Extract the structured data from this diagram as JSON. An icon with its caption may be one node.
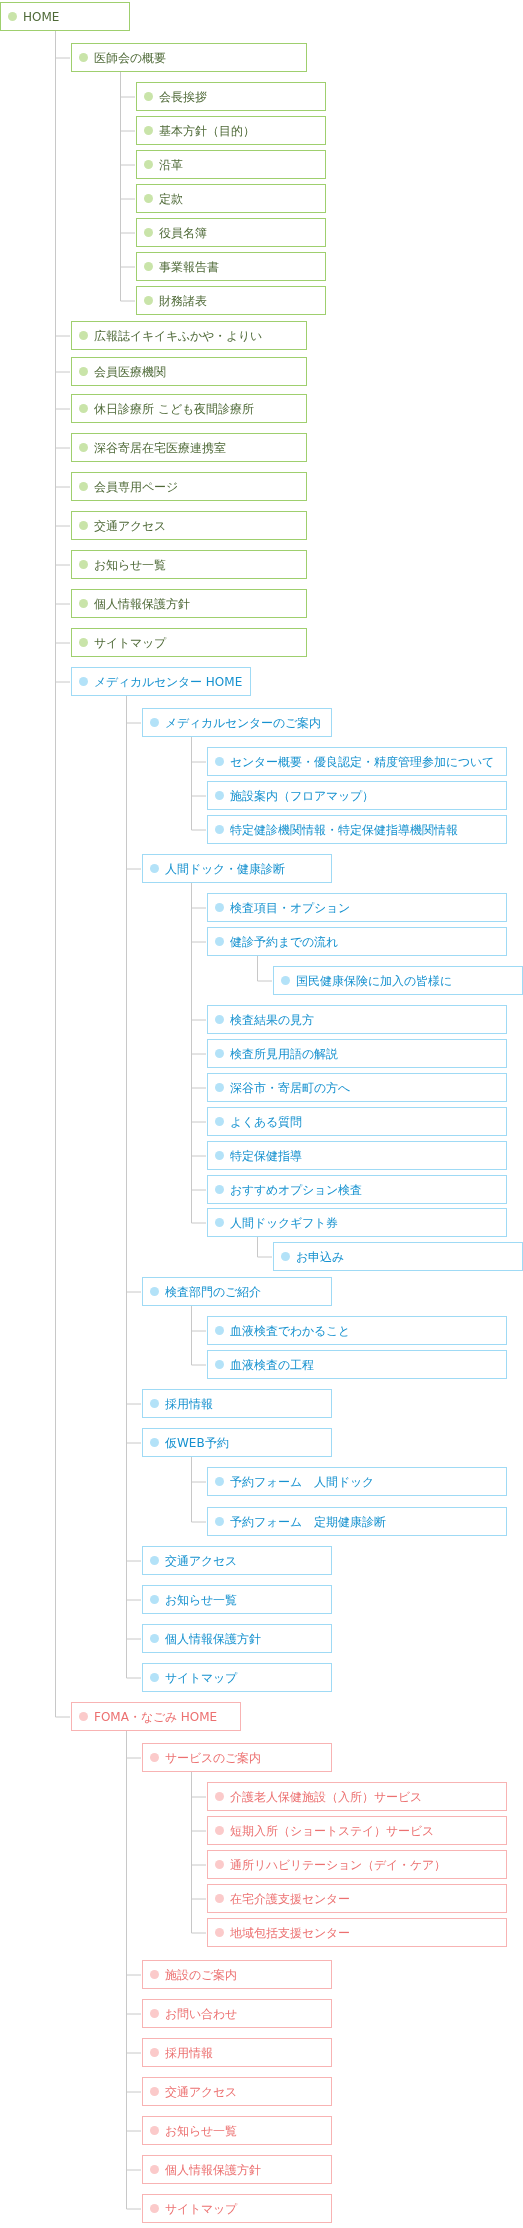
{
  "diagram": {
    "nodes": [
      {
        "text": [
          "HOME"
        ]
      },
      {
        "text": [
          "医師会の概要"
        ]
      },
      {
        "text": [
          "会長挨拶"
        ]
      },
      {
        "text": [
          "基本方針（目的）"
        ]
      },
      {
        "text": [
          "沿革"
        ]
      },
      {
        "text": [
          "定款"
        ]
      },
      {
        "text": [
          "役員名簿"
        ]
      },
      {
        "text": [
          "事業報告書"
        ]
      },
      {
        "text": [
          "財務諸表"
        ]
      },
      {
        "text": [
          "広報誌イキイキふかや・よりい"
        ]
      },
      {
        "text": [
          "会員医療機関"
        ]
      },
      {
        "text": [
          "休日診療所 こども夜間診療所"
        ]
      },
      {
        "text": [
          "深谷寄居在宅医療連携室"
        ]
      },
      {
        "text": [
          "会員専用ページ"
        ]
      },
      {
        "text": [
          "交通アクセス"
        ]
      },
      {
        "text": [
          "お知らせ一覧"
        ]
      },
      {
        "text": [
          "個人情報保護方針"
        ]
      },
      {
        "text": [
          "サイトマップ"
        ]
      },
      {
        "text": [
          "メディカルセンター HOME"
        ]
      },
      {
        "text": [
          "メディカルセンターのご案内"
        ]
      },
      {
        "text": [
          "センター概要・優良認定・精度管理参加について"
        ]
      },
      {
        "text": [
          "施設案内（フロアマップ）"
        ]
      },
      {
        "text": [
          "特定健診機関情報・特定保健指導機関情報"
        ]
      },
      {
        "text": [
          "人間ドック・健康診断"
        ]
      },
      {
        "text": [
          "検査項目・オプション"
        ]
      },
      {
        "text": [
          "健診予約までの流れ"
        ]
      },
      {
        "text": [
          "国民健康保険に加入の皆様に"
        ]
      },
      {
        "text": [
          "検査結果の見方"
        ]
      },
      {
        "text": [
          "検査所見用語の解説"
        ]
      },
      {
        "text": [
          "深谷市・寄居町の方へ"
        ]
      },
      {
        "text": [
          "よくある質問"
        ]
      },
      {
        "text": [
          "特定保健指導"
        ]
      },
      {
        "text": [
          "おすすめオプション検査"
        ]
      },
      {
        "text": [
          "人間ドックギフト券"
        ]
      },
      {
        "text": [
          "お申込み"
        ]
      },
      {
        "text": [
          "検査部門のご紹介"
        ]
      },
      {
        "text": [
          "血液検査でわかること"
        ]
      },
      {
        "text": [
          "血液検査の工程"
        ]
      },
      {
        "text": [
          "採用情報"
        ]
      },
      {
        "text": [
          "仮WEB予約"
        ]
      },
      {
        "text": [
          "予約フォーム　人間ドック"
        ]
      },
      {
        "text": [
          "予約フォーム　定期健康診断"
        ]
      },
      {
        "text": [
          "交通アクセス"
        ]
      },
      {
        "text": [
          "お知らせ一覧"
        ]
      },
      {
        "text": [
          "個人情報保護方針"
        ]
      },
      {
        "text": [
          "サイトマップ"
        ]
      },
      {
        "text": [
          "FOMA・なごみ HOME"
        ]
      },
      {
        "text": [
          "サービスのご案内"
        ]
      },
      {
        "text": [
          "介護老人保健施設（入所）サービス"
        ]
      },
      {
        "text": [
          "短期入所（ショートステイ）サービス"
        ]
      },
      {
        "text": [
          "通所リハビリテーション（デイ・ケア）"
        ]
      },
      {
        "text": [
          "在宅介護支援センター"
        ]
      },
      {
        "text": [
          "地域包括支援センター"
        ]
      },
      {
        "text": [
          "施設のご案内"
        ]
      },
      {
        "text": [
          "お問い合わせ"
        ]
      },
      {
        "text": [
          "採用情報"
        ]
      },
      {
        "text": [
          "交通アクセス"
        ]
      },
      {
        "text": [
          "お知らせ一覧"
        ]
      },
      {
        "text": [
          "個人情報保護方針"
        ]
      },
      {
        "text": [
          "サイトマップ"
        ]
      }
    ],
    "edges": [
      {
        "from": 0,
        "to": 1,
        "arrow": "none"
      },
      {
        "from": 1,
        "to": 2,
        "arrow": "none"
      },
      {
        "from": 1,
        "to": 3,
        "arrow": "none"
      },
      {
        "from": 1,
        "to": 4,
        "arrow": "none"
      },
      {
        "from": 1,
        "to": 5,
        "arrow": "none"
      },
      {
        "from": 1,
        "to": 6,
        "arrow": "none"
      },
      {
        "from": 1,
        "to": 7,
        "arrow": "none"
      },
      {
        "from": 1,
        "to": 8,
        "arrow": "none"
      },
      {
        "from": 0,
        "to": 9,
        "arrow": "none"
      },
      {
        "from": 0,
        "to": 10,
        "arrow": "none"
      },
      {
        "from": 0,
        "to": 11,
        "arrow": "none"
      },
      {
        "from": 0,
        "to": 12,
        "arrow": "none"
      },
      {
        "from": 0,
        "to": 13,
        "arrow": "none"
      },
      {
        "from": 0,
        "to": 14,
        "arrow": "none"
      },
      {
        "from": 0,
        "to": 15,
        "arrow": "none"
      },
      {
        "from": 0,
        "to": 16,
        "arrow": "none"
      },
      {
        "from": 0,
        "to": 17,
        "arrow": "none"
      },
      {
        "from": 0,
        "to": 18,
        "arrow": "none"
      },
      {
        "from": 18,
        "to": 19,
        "arrow": "none"
      },
      {
        "from": 19,
        "to": 20,
        "arrow": "none"
      },
      {
        "from": 19,
        "to": 21,
        "arrow": "none"
      },
      {
        "from": 19,
        "to": 22,
        "arrow": "none"
      },
      {
        "from": 18,
        "to": 23,
        "arrow": "none"
      },
      {
        "from": 23,
        "to": 24,
        "arrow": "none"
      },
      {
        "from": 23,
        "to": 25,
        "arrow": "none"
      },
      {
        "from": 25,
        "to": 26,
        "arrow": "none"
      },
      {
        "from": 23,
        "to": 27,
        "arrow": "none"
      },
      {
        "from": 23,
        "to": 28,
        "arrow": "none"
      },
      {
        "from": 23,
        "to": 29,
        "arrow": "none"
      },
      {
        "from": 23,
        "to": 30,
        "arrow": "none"
      },
      {
        "from": 23,
        "to": 31,
        "arrow": "none"
      },
      {
        "from": 23,
        "to": 32,
        "arrow": "none"
      },
      {
        "from": 23,
        "to": 33,
        "arrow": "none"
      },
      {
        "from": 33,
        "to": 34,
        "arrow": "none"
      },
      {
        "from": 18,
        "to": 35,
        "arrow": "none"
      },
      {
        "from": 35,
        "to": 36,
        "arrow": "none"
      },
      {
        "from": 35,
        "to": 37,
        "arrow": "none"
      },
      {
        "from": 18,
        "to": 38,
        "arrow": "none"
      },
      {
        "from": 18,
        "to": 39,
        "arrow": "none"
      },
      {
        "from": 39,
        "to": 40,
        "arrow": "none"
      },
      {
        "from": 39,
        "to": 41,
        "arrow": "none"
      },
      {
        "from": 18,
        "to": 42,
        "arrow": "none"
      },
      {
        "from": 18,
        "to": 43,
        "arrow": "none"
      },
      {
        "from": 18,
        "to": 44,
        "arrow": "none"
      },
      {
        "from": 18,
        "to": 45,
        "arrow": "none"
      },
      {
        "from": 0,
        "to": 46,
        "arrow": "none"
      },
      {
        "from": 46,
        "to": 47,
        "arrow": "none"
      },
      {
        "from": 47,
        "to": 48,
        "arrow": "none"
      },
      {
        "from": 47,
        "to": 49,
        "arrow": "none"
      },
      {
        "from": 47,
        "to": 50,
        "arrow": "none"
      },
      {
        "from": 47,
        "to": 51,
        "arrow": "none"
      },
      {
        "from": 47,
        "to": 52,
        "arrow": "none"
      },
      {
        "from": 46,
        "to": 53,
        "arrow": "none"
      },
      {
        "from": 46,
        "to": 54,
        "arrow": "none"
      },
      {
        "from": 46,
        "to": 55,
        "arrow": "none"
      },
      {
        "from": 46,
        "to": 56,
        "arrow": "none"
      },
      {
        "from": 46,
        "to": 57,
        "arrow": "none"
      },
      {
        "from": 46,
        "to": 58,
        "arrow": "none"
      },
      {
        "from": 46,
        "to": 59,
        "arrow": "none"
      }
    ]
  }
}
